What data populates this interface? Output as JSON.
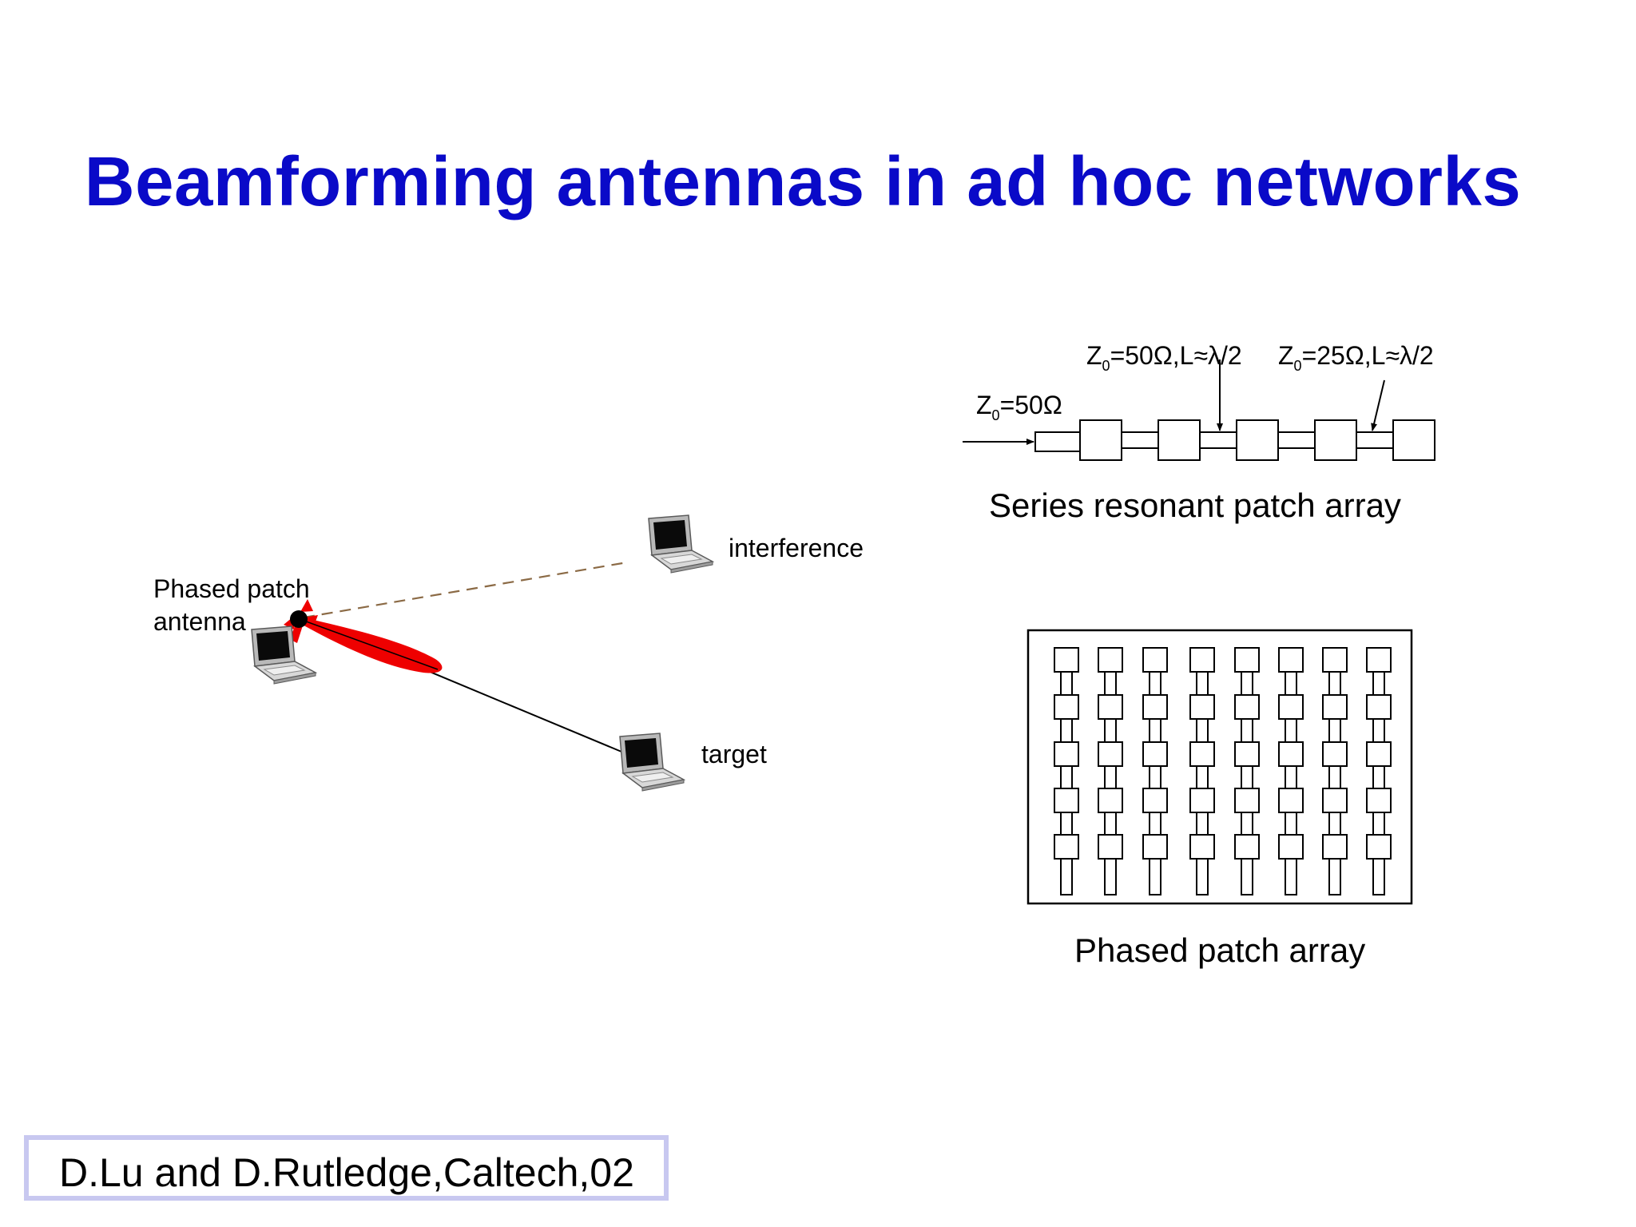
{
  "slide": {
    "title": "Beamforming antennas in ad hoc networks",
    "credit": "D.Lu and D.Rutledge,Caltech,02"
  },
  "network": {
    "source_label_line1": "Phased patch",
    "source_label_line2": "antenna",
    "interference_label": "interference",
    "target_label": "target"
  },
  "series_array": {
    "feed_label": "Z",
    "feed_label_sub": "0",
    "feed_label_rest": "=50Ω",
    "line1_label": "Z",
    "line1_label_sub": "0",
    "line1_label_rest": "=50Ω,L≈λ/2",
    "line2_label": "Z",
    "line2_label_sub": "0",
    "line2_label_rest": "=25Ω,L≈λ/2",
    "caption": "Series resonant patch array"
  },
  "phased_array": {
    "caption": "Phased patch array",
    "columns": 8,
    "rows": 5
  },
  "colors": {
    "title": "#0a0ac8",
    "beam": "#ee0000",
    "interference_line": "#8b6a45",
    "credit_border": "#c8c8f0"
  },
  "icons": {
    "laptop": "laptop-icon",
    "arrow": "arrow-icon"
  }
}
